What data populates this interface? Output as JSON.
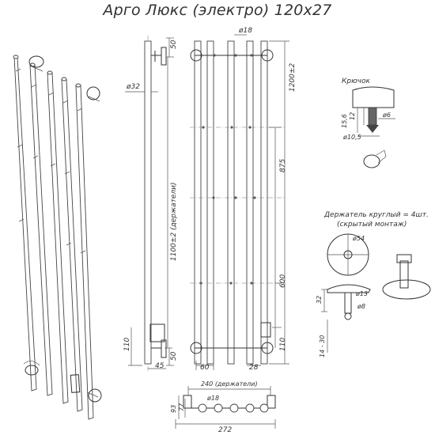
{
  "title": "Арго Люкс (электро) 120х27",
  "front_view": {
    "dim_top_diameter": "ø18",
    "dim_overall_height": "1200±2",
    "dim_mid_height": "875",
    "dim_lower_height": "600",
    "dim_bottom_right": "110",
    "dim_bottom_60": "60",
    "dim_bottom_28": "28"
  },
  "side_view": {
    "dim_tube_diameter": "ø32",
    "dim_top_50": "50",
    "dim_holder_span": "1100±2 (держатели)",
    "dim_bottom_110": "110",
    "dim_bottom_50": "50",
    "dim_bottom_45": "45"
  },
  "hook": {
    "label": "Крючок",
    "dim_15_6": "15,6",
    "dim_12": "12",
    "dim_6": "ø6",
    "dim_10_5": "ø10,5"
  },
  "holder": {
    "label_line1": "Держатель круглый = 4шт.",
    "label_line2": "(скрытый монтаж)",
    "dim_54": "ø54",
    "dim_32": "32",
    "dim_13": "ø13",
    "dim_8": "ø8",
    "dim_14_30": "14 - 30"
  },
  "top_view": {
    "dim_holder_span": "240 (держатели)",
    "dim_93": "93",
    "dim_77": "77",
    "dim_18": "ø18",
    "dim_width": "272"
  }
}
